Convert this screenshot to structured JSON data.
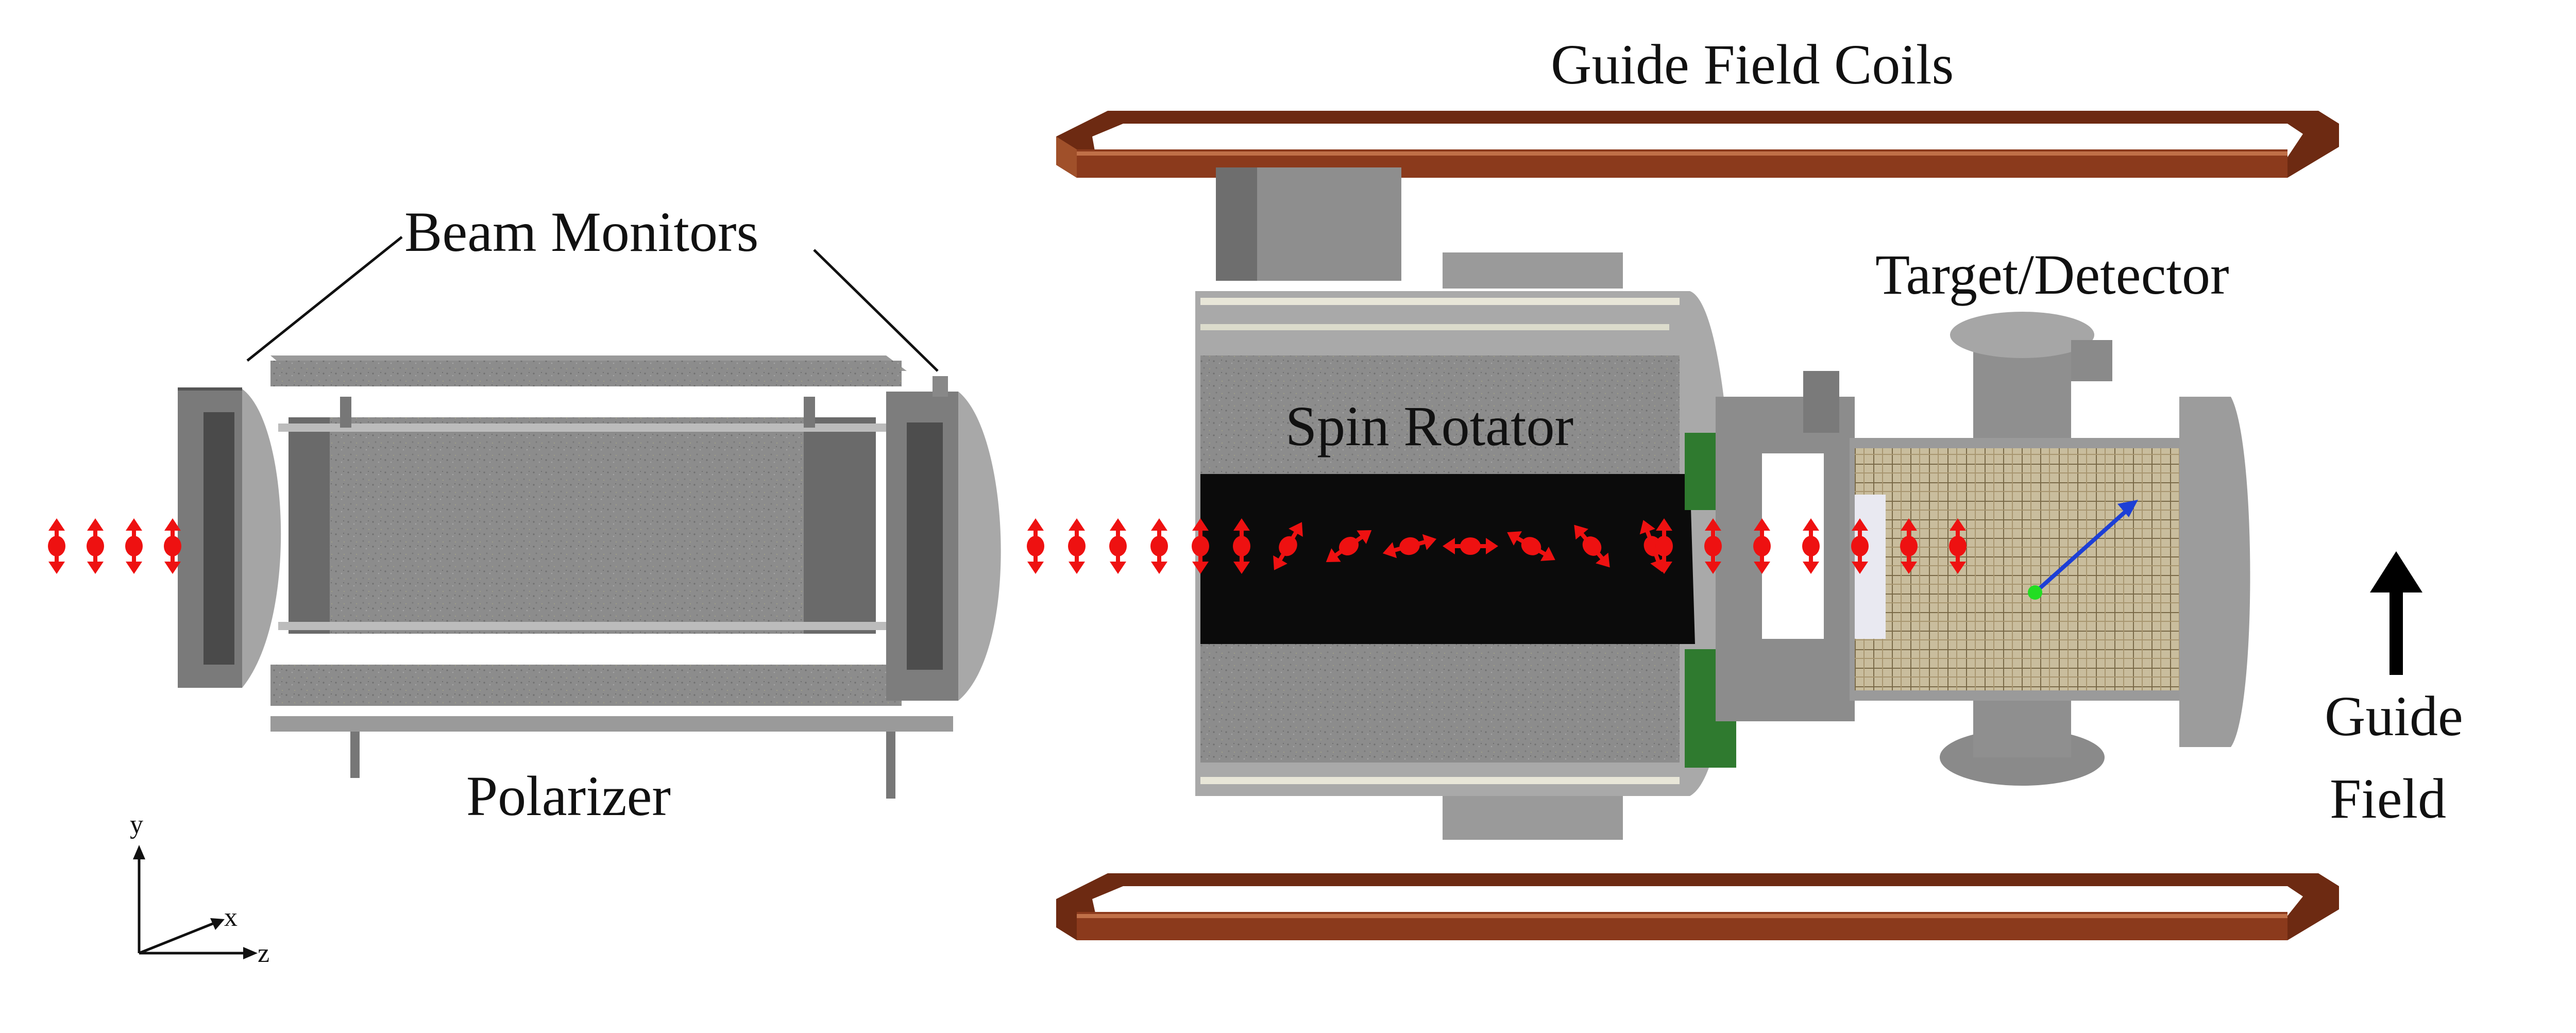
{
  "labels": {
    "guide_field_coils": "Guide Field Coils",
    "beam_monitors": "Beam Monitors",
    "target_detector": "Target/Detector",
    "spin_rotator": "Spin Rotator",
    "polarizer": "Polarizer",
    "guide_field_line1": "Guide",
    "guide_field_line2": "Field"
  },
  "axes": {
    "y": "y",
    "x": "x",
    "z": "z"
  },
  "colors": {
    "spin_arrow": "#ee1111",
    "coil": "#8b3a1c",
    "steel": "#8a8a8a",
    "steel_dark": "#5e5e5e",
    "steel_light": "#b0b0b0",
    "cavity": "#0b0b0b",
    "circuit": "#2f7a2f",
    "detector": "#b8a98a",
    "vector": "#1d3fd6",
    "origin": "#22dd22"
  },
  "spin_sequence": {
    "polarizer_upstream": [
      "up-down",
      "up-down",
      "up-down",
      "up-down"
    ],
    "rotator_entry": [
      "up-down",
      "up-down",
      "up-down",
      "up-down",
      "up-down",
      "up-down"
    ],
    "rotator_inside": [
      "tilt-30",
      "tilt-55",
      "tilt-75",
      "horizontal",
      "tilt-120",
      "tilt-140",
      "tilt-160"
    ],
    "rotator_exit": [
      "up-down",
      "up-down",
      "up-down",
      "up-down",
      "up-down",
      "up-down",
      "up-down"
    ]
  }
}
